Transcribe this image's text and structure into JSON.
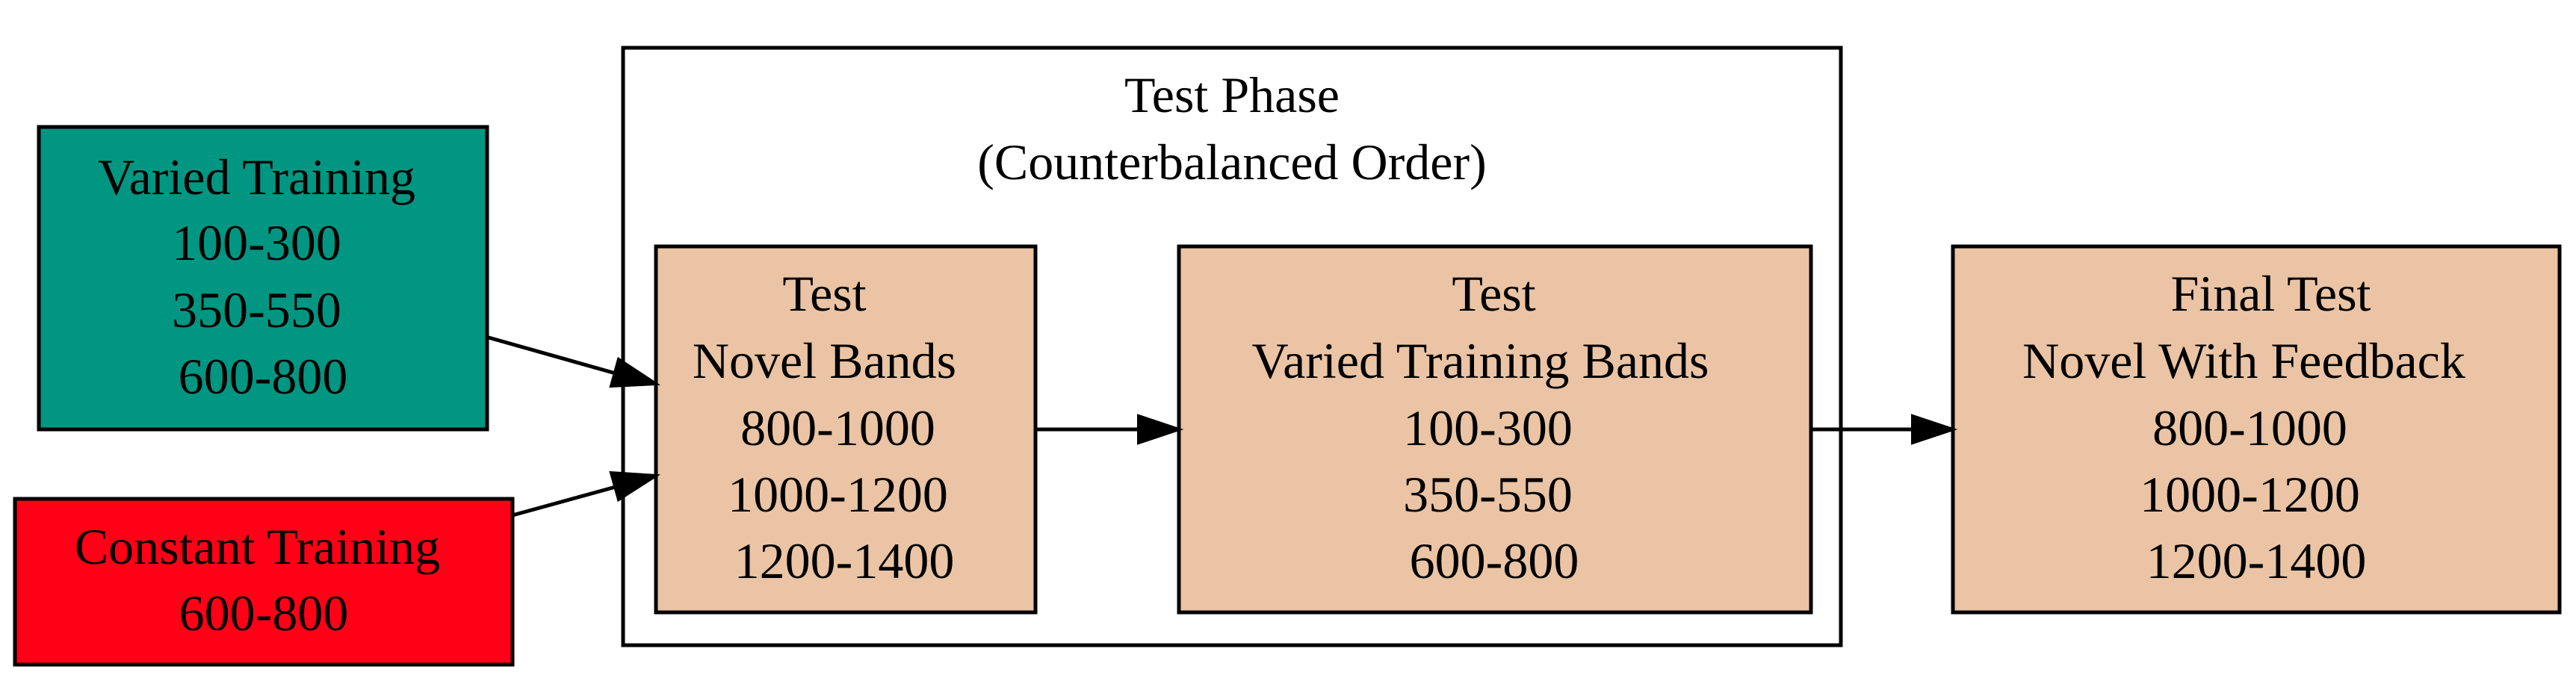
{
  "colors": {
    "varied_training_fill": "#009682",
    "constant_training_fill": "#ff0016",
    "test_fill": "#eac4a4",
    "stroke": "#000000",
    "background": "#ffffff"
  },
  "cluster": {
    "title_line1": "Test Phase",
    "title_line2": "(Counterbalanced Order)"
  },
  "nodes": {
    "varied_training": {
      "lines": [
        "Varied Training",
        "100-300",
        "350-550",
        "600-800"
      ]
    },
    "constant_training": {
      "lines": [
        "Constant Training",
        "600-800"
      ]
    },
    "test_novel": {
      "lines": [
        "Test",
        "Novel Bands",
        "800-1000",
        "1000-1200",
        "1200-1400"
      ]
    },
    "test_varied": {
      "lines": [
        "Test",
        "Varied Training Bands",
        "100-300",
        "350-550",
        "600-800"
      ]
    },
    "final_test": {
      "lines": [
        "Final Test",
        "Novel With Feedback",
        "800-1000",
        "1000-1200",
        "1200-1400"
      ]
    }
  },
  "edges": [
    {
      "from": "varied_training",
      "to": "test_novel"
    },
    {
      "from": "constant_training",
      "to": "test_novel"
    },
    {
      "from": "test_novel",
      "to": "test_varied"
    },
    {
      "from": "test_varied",
      "to": "final_test"
    }
  ]
}
